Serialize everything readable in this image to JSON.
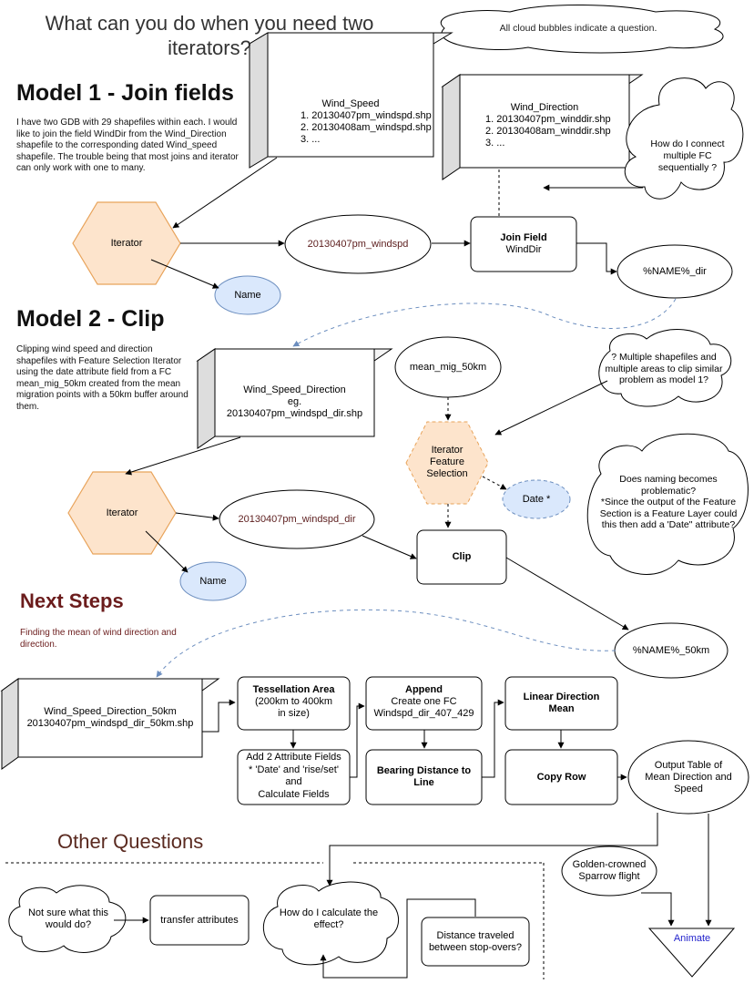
{
  "title": "What can you do when you need two iterators?",
  "note_cloud": "All cloud bubbles indicate a question.",
  "model1": {
    "heading": "Model 1 - Join fields",
    "description": "I have two GDB with 29 shapefiles within each. I would like to join the field WindDir from the Wind_Direction shapefile to the corresponding dated Wind_speed shapefile. The trouble being that most joins and iterator can only work with one to many.",
    "wind_speed": {
      "title": "Wind_Speed",
      "items": [
        "1. 20130407pm_windspd.shp",
        "2. 20130408am_windspd.shp",
        "3. ..."
      ]
    },
    "wind_direction": {
      "title": "Wind_Direction",
      "items": [
        "1. 20130407pm_winddir.shp",
        "2. 20130408am_winddir.shp",
        "3. ..."
      ]
    },
    "question": "How do I connect multiple FC sequentially ?",
    "iterator": "Iterator",
    "name": "Name",
    "input": "20130407pm_windspd",
    "join_title": "Join Field",
    "join_sub": "WindDir",
    "output": "%NAME%_dir"
  },
  "model2": {
    "heading": "Model 2 - Clip",
    "description": "Clipping wind speed and direction shapefiles with Feature Selection Iterator using the date attribute field from a FC mean_mig_50km created from the mean migration points with a 50km buffer around them.",
    "box": [
      "Wind_Speed_Direction",
      "eg.",
      "20130407pm_windspd_dir.shp"
    ],
    "mean_mig": "mean_mig_50km",
    "iter_fs": [
      "Iterator",
      "Feature",
      "Selection"
    ],
    "date": "Date *",
    "question1": "? Multiple shapefiles and multiple areas to clip similar problem as model 1?",
    "question2": [
      "Does naming becomes problematic?",
      "*Since the output of the Feature Section is a Feature Layer could this then add a 'Date\" attribute?"
    ],
    "iterator": "Iterator",
    "input": "20130407pm_windspd_dir",
    "name": "Name",
    "clip": "Clip",
    "output": "%NAME%_50km"
  },
  "next": {
    "heading": "Next Steps",
    "description": "Finding the mean of wind direction and direction.",
    "box": [
      "Wind_Speed_Direction_50km",
      "20130407pm_windspd_dir_50km.shp"
    ],
    "tess_title": "Tessellation Area",
    "tess_sub": "(200km to 400km in size)",
    "add_attr": [
      "Add 2 Attribute Fields",
      "* 'Date' and 'rise/set'",
      "and",
      "Calculate Fields"
    ],
    "append_title": "Append",
    "append_sub": [
      "Create one FC",
      "Windspd_dir_407_429"
    ],
    "bearing": "Bearing Distance to Line",
    "linear": "Linear Direction Mean",
    "copy_row": "Copy Row",
    "output_table": "Output Table of Mean Direction and Speed",
    "golden": "Golden-crowned Sparrow flight",
    "animate": "Animate"
  },
  "other": {
    "heading": "Other Questions",
    "not_sure": "Not sure what this would do?",
    "transfer": "transfer attributes",
    "calc": "How do I calculate the effect?",
    "distance": "Distance traveled between stop-overs?"
  }
}
